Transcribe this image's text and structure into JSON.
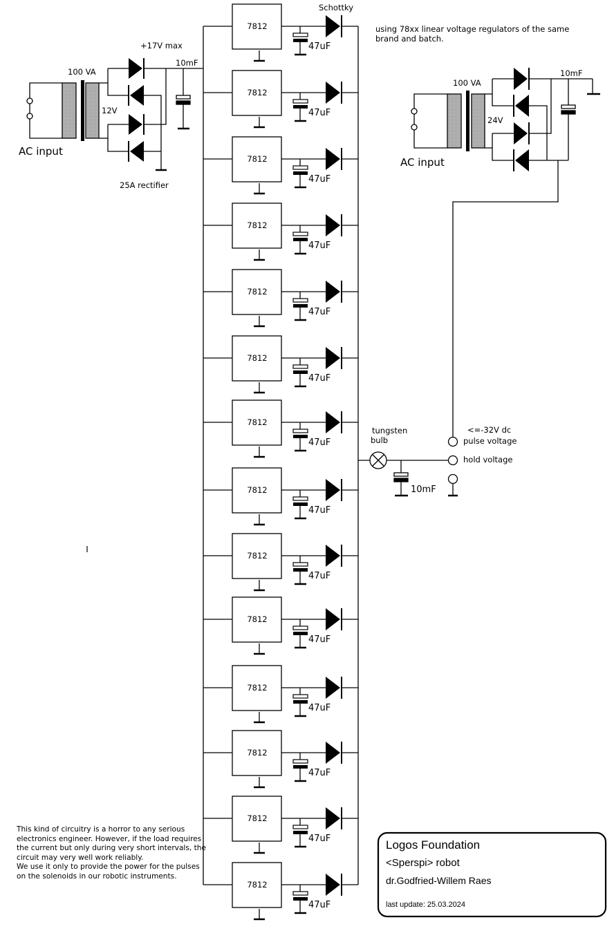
{
  "left_supply": {
    "transformer_rating": "100 VA",
    "secondary_voltage": "12V",
    "input_label": "AC input",
    "rectifier_label": "25A rectifier",
    "max_voltage_label": "+17V max",
    "capacitor_label": "10mF"
  },
  "regulator_bank": {
    "diode_type_label": "Schottky",
    "regulator_count": 14,
    "regulator_label": "7812",
    "capacitor_label": "47uF",
    "note": [
      "using 78xx linear voltage regulators of the same",
      "brand and batch."
    ]
  },
  "right_supply": {
    "transformer_rating": "100 VA",
    "secondary_voltage": "24V",
    "input_label": "AC input",
    "capacitor_label": "10mF"
  },
  "output": {
    "bulb_label": [
      "tungsten",
      "bulb"
    ],
    "capacitor_label": "10mF",
    "pulse_voltage_limit": "<=-32V dc",
    "pulse_terminal_label": "pulse voltage",
    "hold_terminal_label": "hold voltage"
  },
  "description": [
    "This kind of circuitry is a horror to any serious electronics engineer. However, if the load requires the current but only during very short intervals, the circuit may very well work reliably.",
    "We use it only to provide the power for the pulses on the solenoids in our robotic instruments."
  ],
  "title_block": {
    "organization": "Logos Foundation",
    "project": "<Sperspi> robot",
    "author": "dr.Godfried-Willem Raes",
    "last_update": "last update: 25.03.2024"
  }
}
